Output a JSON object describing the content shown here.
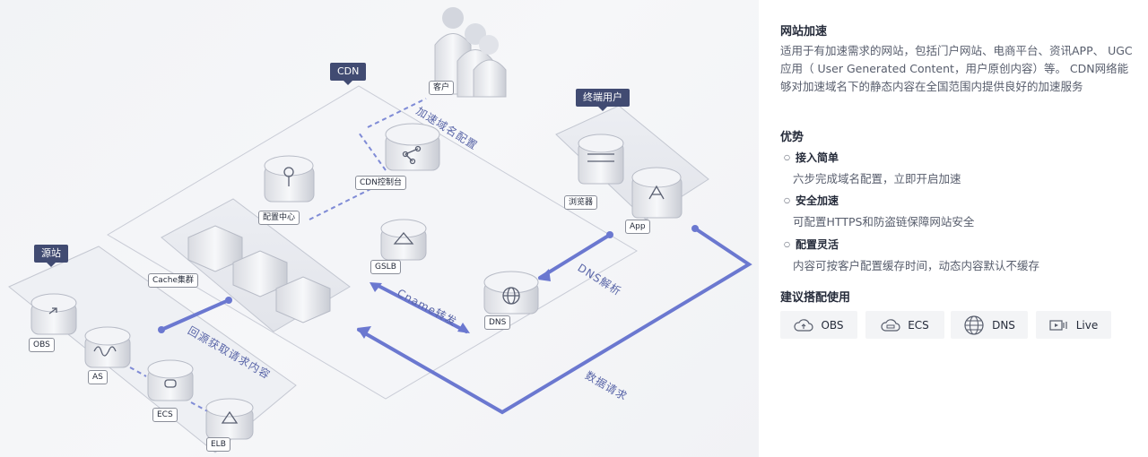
{
  "diagram": {
    "tags": {
      "cdn": "CDN",
      "end_user": "终端用户",
      "origin": "源站"
    },
    "labels": {
      "customer": "客户",
      "cdn_console": "CDN控制台",
      "config_center": "配置中心",
      "cache_cluster": "Cache集群",
      "gslb": "GSLB",
      "dns": "DNS",
      "browser": "浏览器",
      "app": "App",
      "obs": "OBS",
      "as": "AS",
      "ecs": "ECS",
      "elb": "ELB"
    },
    "flows": {
      "domain_config": "加速域名配置",
      "dns_resolve": "DNS解析",
      "cname_forward": "Cname转发",
      "back_to_origin": "回源获取请求内容",
      "data_request": "数据请求"
    },
    "colors": {
      "flow": "#6b78d0",
      "tag": "#414b72",
      "dashed": "#7f8bd6"
    }
  },
  "panel": {
    "title": "网站加速",
    "description": "适用于有加速需求的网站，包括门户网站、电商平台、资讯APP、 UGC应用（ User Generated Content，用户原创内容）等。 CDN网络能够对加速域名下的静态内容在全国范围内提供良好的加速服务",
    "advantages_title": "优势",
    "advantages": [
      {
        "title": "接入简单",
        "desc": "六步完成域名配置，立即开启加速"
      },
      {
        "title": "安全加速",
        "desc": "可配置HTTPS和防盗链保障网站安全"
      },
      {
        "title": "配置灵活",
        "desc": "内容可按客户配置缓存时间，动态内容默认不缓存"
      }
    ],
    "recommend_title": "建议搭配使用",
    "products": [
      {
        "label": "OBS",
        "icon": "cloud-storage-icon"
      },
      {
        "label": "ECS",
        "icon": "cloud-server-icon"
      },
      {
        "label": "DNS",
        "icon": "globe-icon"
      },
      {
        "label": "Live",
        "icon": "live-video-icon"
      }
    ]
  }
}
